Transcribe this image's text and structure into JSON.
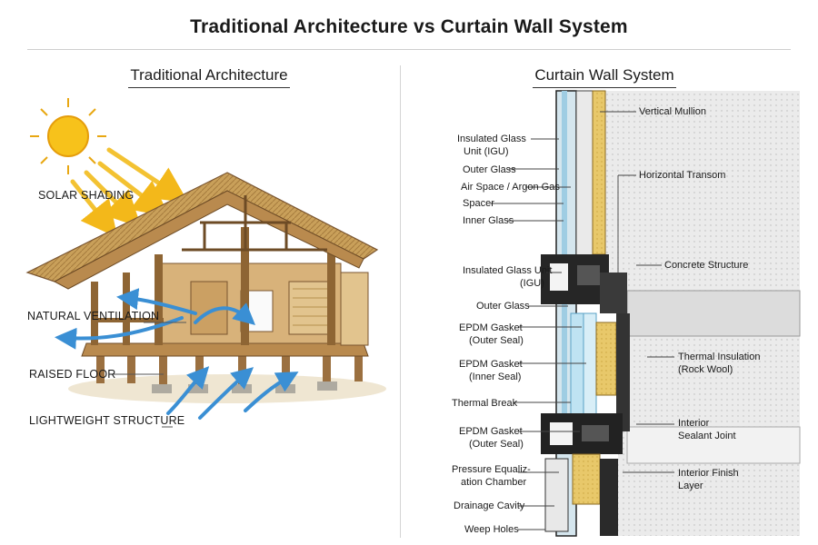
{
  "main_title": "Traditional Architecture vs Curtain Wall System",
  "left_panel": {
    "title": "Traditional Architecture",
    "labels": {
      "solar_shading": "SOLAR SHADING",
      "natural_ventilation": "NATURAL VENTILATION",
      "raised_floor": "RAISED FLOOR",
      "lightweight_structure": "LIGHTWEIGHT STRUCTURE"
    }
  },
  "right_panel": {
    "title": "Curtain Wall System",
    "labels": {
      "igu_top_1": "Insulated Glass",
      "igu_top_2": "Unit (IGU)",
      "outer_glass_top": "Outer Glass",
      "air_space": "Air Space / Argon Gas",
      "spacer": "Spacer",
      "inner_glass": "Inner Glass",
      "igu_mid_1": "Insulated Glass Unit",
      "igu_mid_2": "(IGU)",
      "outer_glass_mid": "Outer Glass",
      "epdm_1_a": "EPDM Gasket",
      "epdm_1_b": "(Outer Seal)",
      "epdm_2_a": "EPDM Gasket",
      "epdm_2_b": "(Inner Seal)",
      "thermal_break": "Thermal Break",
      "epdm_3_a": "EPDM Gasket",
      "epdm_3_b": "(Outer Seal)",
      "pressure_1": "Pressure Equaliz-",
      "pressure_2": "ation Chamber",
      "drainage": "Drainage Cavity",
      "weep": "Weep Holes",
      "vertical_mullion": "Vertical Mullion",
      "horizontal_transom": "Horizontal Transom",
      "concrete_structure": "Concrete Structure",
      "thermal_insulation_1": "Thermal Insulation",
      "thermal_insulation_2": "(Rock Wool)",
      "interior_sealant_1": "Interior",
      "interior_sealant_2": "Sealant Joint",
      "interior_finish_1": "Interior Finish",
      "interior_finish_2": "Layer"
    }
  },
  "colors": {
    "sun": "#f7c21b",
    "timber": "#b98a4e",
    "thatch": "#c9a05a",
    "airflow": "#3a8fd4",
    "glass": "#bfe3f2",
    "insulation": "#e8c86a",
    "concrete": "#e6e6e6",
    "aluminum": "#1e1e1e"
  }
}
